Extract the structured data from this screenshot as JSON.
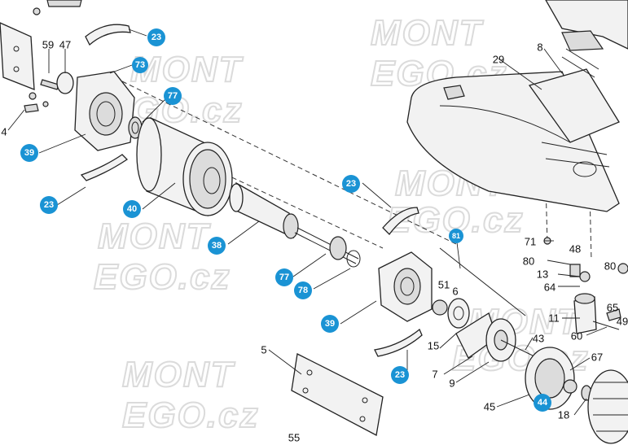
{
  "watermark": {
    "line1": "MONT",
    "line2": "EGO.cz"
  },
  "callouts_blue": [
    {
      "id": "c23a",
      "label": "23"
    },
    {
      "id": "c73",
      "label": "73"
    },
    {
      "id": "c77a",
      "label": "77"
    },
    {
      "id": "c39a",
      "label": "39"
    },
    {
      "id": "c23b",
      "label": "23"
    },
    {
      "id": "c40",
      "label": "40"
    },
    {
      "id": "c38",
      "label": "38"
    },
    {
      "id": "c77b",
      "label": "77"
    },
    {
      "id": "c78",
      "label": "78"
    },
    {
      "id": "c39b",
      "label": "39"
    },
    {
      "id": "c23c",
      "label": "23"
    },
    {
      "id": "c23d",
      "label": "23"
    },
    {
      "id": "c81",
      "label": "81"
    },
    {
      "id": "c44",
      "label": "44"
    }
  ],
  "labels_plain": [
    {
      "id": "n59",
      "label": "59"
    },
    {
      "id": "n47",
      "label": "47"
    },
    {
      "id": "n4",
      "label": "4"
    },
    {
      "id": "n29",
      "label": "29"
    },
    {
      "id": "n8",
      "label": "8"
    },
    {
      "id": "n71",
      "label": "71"
    },
    {
      "id": "n48",
      "label": "48"
    },
    {
      "id": "n80a",
      "label": "80"
    },
    {
      "id": "n80b",
      "label": "80"
    },
    {
      "id": "n13",
      "label": "13"
    },
    {
      "id": "n64",
      "label": "64"
    },
    {
      "id": "n51",
      "label": "51"
    },
    {
      "id": "n6",
      "label": "6"
    },
    {
      "id": "n11",
      "label": "11"
    },
    {
      "id": "n65",
      "label": "65"
    },
    {
      "id": "n49",
      "label": "49"
    },
    {
      "id": "n60",
      "label": "60"
    },
    {
      "id": "n43",
      "label": "43"
    },
    {
      "id": "n15",
      "label": "15"
    },
    {
      "id": "n7",
      "label": "7"
    },
    {
      "id": "n9",
      "label": "9"
    },
    {
      "id": "n67",
      "label": "67"
    },
    {
      "id": "n5",
      "label": "5"
    },
    {
      "id": "n45",
      "label": "45"
    },
    {
      "id": "n18",
      "label": "18"
    },
    {
      "id": "n55",
      "label": "55"
    }
  ]
}
